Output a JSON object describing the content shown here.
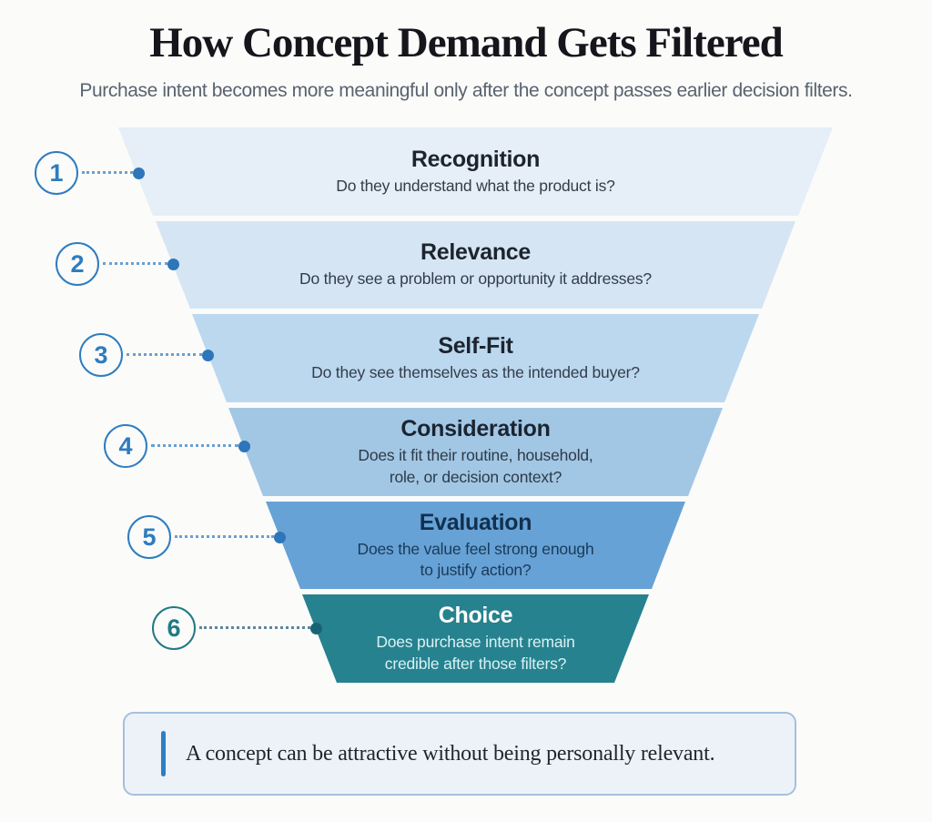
{
  "header": {
    "title": "How Concept Demand Gets Filtered",
    "subtitle": "Purchase intent becomes more meaningful only after the concept passes earlier decision filters."
  },
  "funnel": {
    "segments": [
      {
        "number": "1",
        "title": "Recognition",
        "question": "Do they understand what the product is?",
        "bg": "#e6eef7",
        "title_color": "#1d242e",
        "text_color": "#333d49",
        "marker_color": "#2e7cc0",
        "line_color": "#6b9fd0",
        "dot_color": "#2d76b9"
      },
      {
        "number": "2",
        "title": "Relevance",
        "question": "Do they see a problem or opportunity it addresses?",
        "bg": "#d6e5f3",
        "title_color": "#1d242e",
        "text_color": "#333d49",
        "marker_color": "#2e7cc0",
        "line_color": "#6b9fd0",
        "dot_color": "#2d76b9"
      },
      {
        "number": "3",
        "title": "Self-Fit",
        "question": "Do they see themselves as the intended buyer?",
        "bg": "#bcd8ef",
        "title_color": "#1d242e",
        "text_color": "#333d49",
        "marker_color": "#2e7cc0",
        "line_color": "#6b9fd0",
        "dot_color": "#2d76b9"
      },
      {
        "number": "4",
        "title": "Consideration",
        "question": "Does it fit their routine, household,\nrole, or decision context?",
        "bg": "#a2c7e5",
        "title_color": "#1b2530",
        "text_color": "#2e3a47",
        "marker_color": "#2e7cc0",
        "line_color": "#6b9fd0",
        "dot_color": "#2d76b9"
      },
      {
        "number": "5",
        "title": "Evaluation",
        "question": "Does the value feel strong enough\nto justify action?",
        "bg": "#67a2d6",
        "title_color": "#12304e",
        "text_color": "#1a3a58",
        "marker_color": "#2e7cc0",
        "line_color": "#6b9fd0",
        "dot_color": "#2d76b9"
      },
      {
        "number": "6",
        "title": "Choice",
        "question": "Does purchase intent remain\ncredible after those filters?",
        "bg": "#26828e",
        "title_color": "#ffffff",
        "text_color": "#d9f1f4",
        "marker_color": "#227984",
        "line_color": "#5d8796",
        "dot_color": "#176476"
      }
    ]
  },
  "callout": {
    "text": "A concept can be attractive without being personally relevant.",
    "bg": "#edf2f9",
    "border_color": "#a5c0dd",
    "bar_color": "#2b7fc4"
  }
}
